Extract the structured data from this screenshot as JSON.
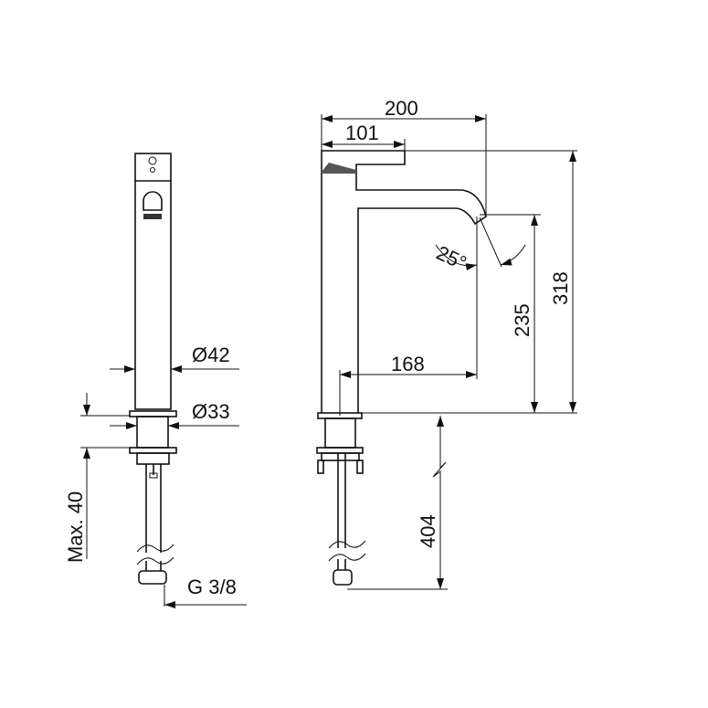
{
  "title": "Basin mixer dimension drawing",
  "side_view": {
    "dia_body": "Ø42",
    "dia_shank": "Ø33",
    "max_thickness": "Max. 40",
    "connection": "G 3/8"
  },
  "front_view": {
    "overall_depth": "200",
    "lever_depth": "101",
    "spout_reach": "168",
    "spout_angle": "25°",
    "spout_height": "235",
    "overall_height": "318",
    "hose_length": "404"
  },
  "colors": {
    "line": "#111111",
    "background": "#ffffff"
  }
}
